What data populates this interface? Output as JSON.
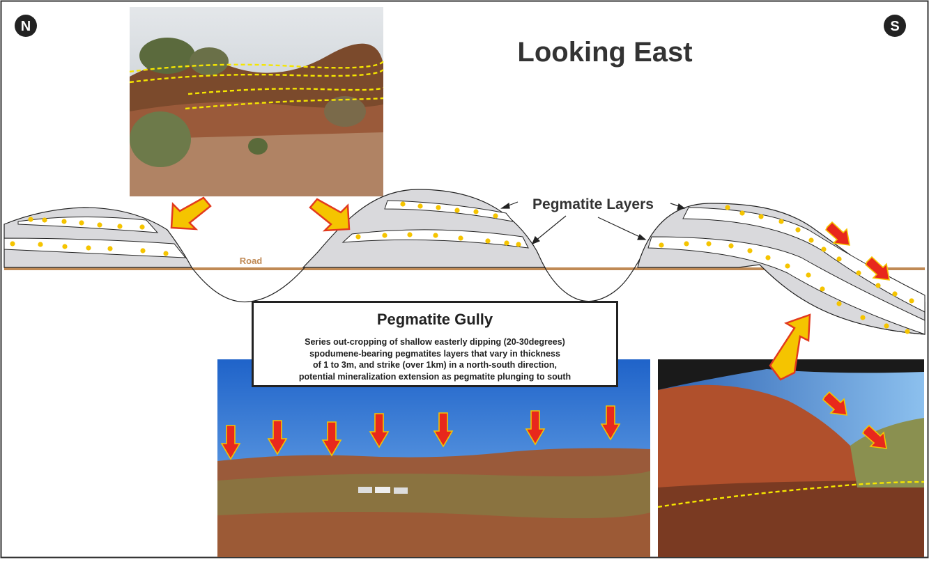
{
  "compass": {
    "north": "N",
    "south": "S"
  },
  "title": "Looking East",
  "labels": {
    "pegmatite_layers": "Pegmatite Layers",
    "road": "Road"
  },
  "gully": {
    "title": "Pegmatite Gully",
    "description": "Series out-cropping of shallow easterly dipping (20-30degrees)\nspodumene-bearing pegmatites layers that vary in thickness\nof 1 to 3m, and strike (over 1km) in a north-south direction,\npotential mineralization extension as pegmatite plunging to south"
  },
  "colors": {
    "rock": "#d9d9dc",
    "pegmatite_dots": "#f5c400",
    "arrow_fill": "#f5c400",
    "arrow_outline": "#e23a1e",
    "down_arrow": "#e8281c",
    "road": "#c08a55",
    "dashed_layer": "#f5e600"
  }
}
